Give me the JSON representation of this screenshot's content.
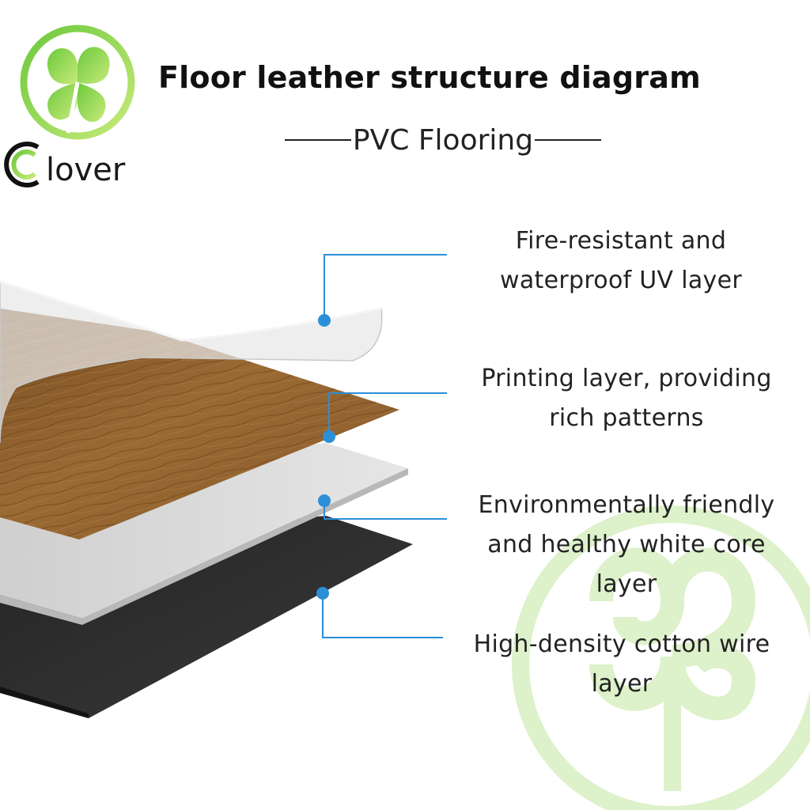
{
  "title": "Floor leather structure diagram",
  "subtitle": "PVC Flooring",
  "brand": {
    "initial": "C",
    "name": "lover"
  },
  "colors": {
    "accent": "#2b8fd8",
    "leaf_green": "#8fd44f",
    "wood": "#8b5e2c",
    "core": "#d6d6d6",
    "backing": "#2f2f2f"
  },
  "layers": [
    {
      "id": "uv",
      "lines": [
        "Fire-resistant and",
        "waterproof UV layer"
      ]
    },
    {
      "id": "print",
      "lines": [
        "Printing layer, providing",
        "rich patterns"
      ]
    },
    {
      "id": "core",
      "lines": [
        "Environmentally friendly",
        "and healthy white core",
        "layer"
      ]
    },
    {
      "id": "backing",
      "lines": [
        "High-density cotton wire",
        "layer"
      ]
    }
  ]
}
